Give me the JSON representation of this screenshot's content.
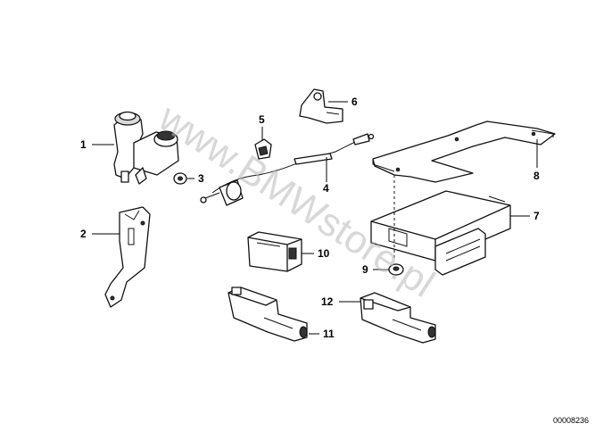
{
  "watermark": "www.BMWstore.pl",
  "reference_number": "00008236",
  "callouts": {
    "c1": "1",
    "c2": "2",
    "c3": "3",
    "c4": "4",
    "c5": "5",
    "c6": "6",
    "c7": "7",
    "c8": "8",
    "c9": "9",
    "c10": "10",
    "c11": "11",
    "c12": "12"
  }
}
